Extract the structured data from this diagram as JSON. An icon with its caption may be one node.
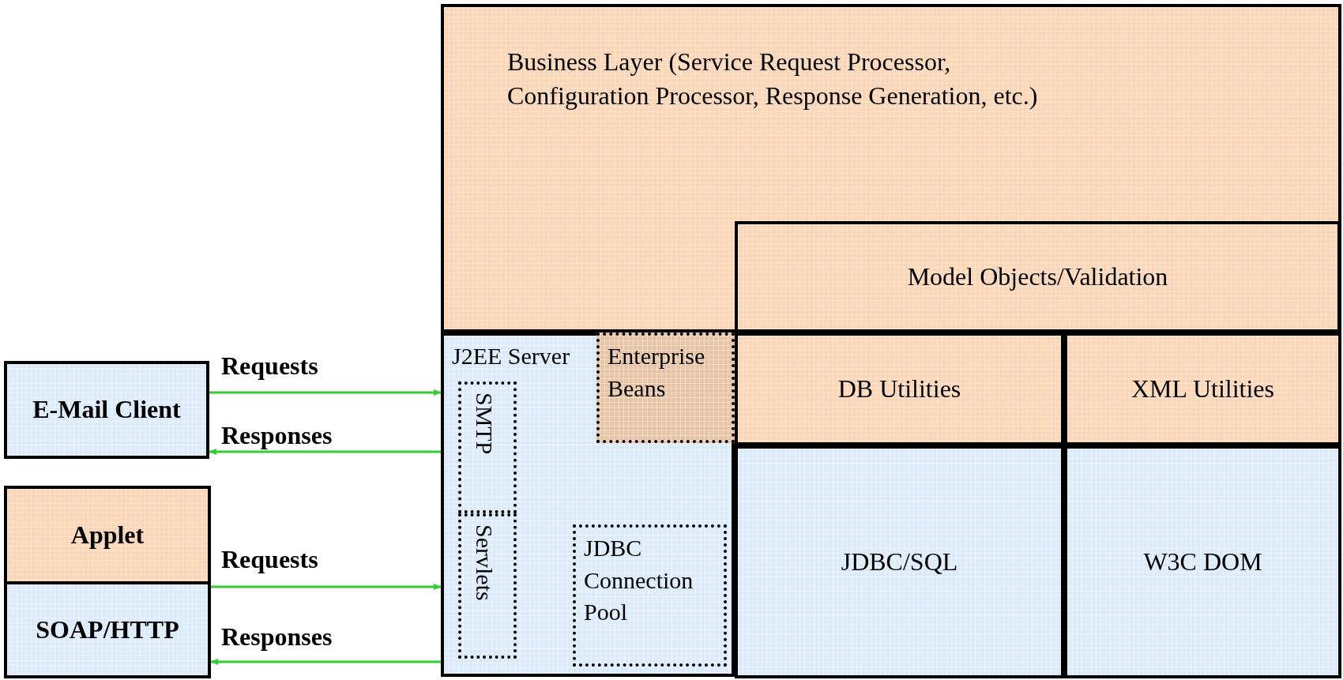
{
  "diagram": {
    "nodes": [
      {
        "text": [
          "Business Layer (Service Request Processor, Configuration Processor, Response Generation, etc.)"
        ]
      },
      {
        "text": [
          "Model Objects/Validation"
        ],
        "in": 0
      },
      {
        "text": [
          "J2EE Server"
        ]
      },
      {
        "text": [
          "Enterprise Beans"
        ],
        "in": 2
      },
      {
        "text": [
          "SMTP"
        ],
        "in": 2
      },
      {
        "text": [
          "Servlets"
        ],
        "in": 2
      },
      {
        "text": [
          "JDBC Connection Pool"
        ],
        "in": 2
      },
      {
        "text": [
          "DB Utilities"
        ]
      },
      {
        "text": [
          "XML Utilities"
        ]
      },
      {
        "text": [
          "JDBC/SQL"
        ]
      },
      {
        "text": [
          "W3C DOM"
        ]
      },
      {
        "text": [
          "E-Mail Client"
        ]
      },
      {
        "text": [
          "Applet"
        ]
      },
      {
        "text": [
          "SOAP/HTTP"
        ]
      }
    ],
    "edges": [
      {
        "from": 11,
        "to": 2,
        "arrow": "to",
        "label": "Requests"
      },
      {
        "from": 2,
        "to": 11,
        "arrow": "to",
        "label": "Responses"
      },
      {
        "from": 13,
        "to": 2,
        "arrow": "to",
        "label": "Requests"
      },
      {
        "from": 2,
        "to": 13,
        "arrow": "to",
        "label": "Responses"
      }
    ]
  }
}
